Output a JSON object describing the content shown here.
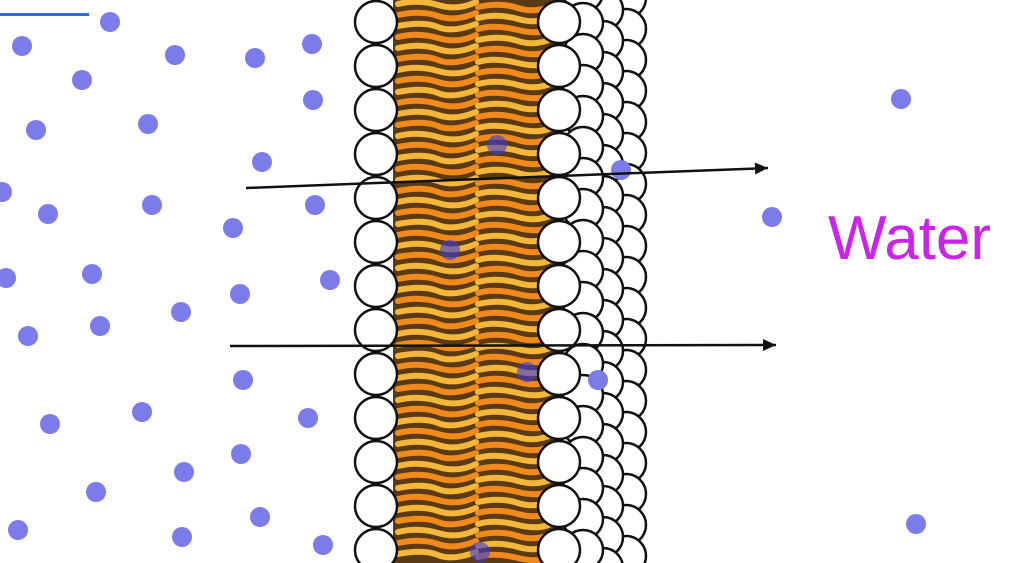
{
  "labels": {
    "water": "Water"
  },
  "colors": {
    "water_label": "#cc22ee",
    "molecule": "#7b7bea",
    "molecule_inside": "#3a3ad8",
    "head_fill": "#ffffff",
    "head_stroke": "#111111",
    "core_dark": "#5a3a14",
    "tail_orange": "#f08a1a",
    "tail_yellow": "#f4b73a",
    "arrow": "#111111",
    "accent_bar": "#2b6fd6"
  },
  "icons": [
    "water-molecule-dot",
    "phospholipid-head",
    "lipid-tail",
    "arrow"
  ]
}
